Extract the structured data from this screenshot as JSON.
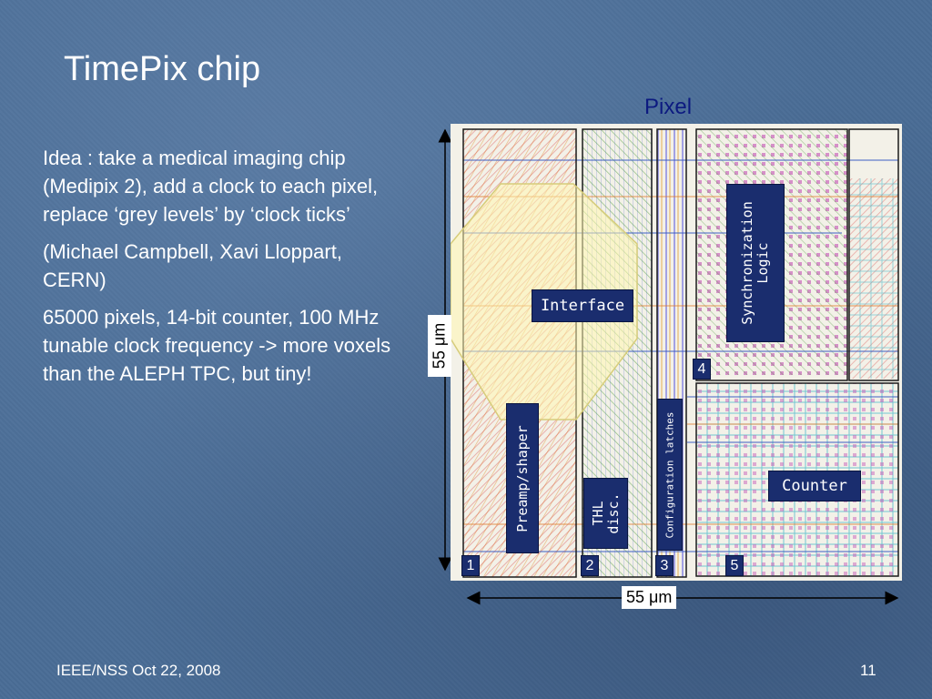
{
  "slide": {
    "title": "TimePix chip",
    "bullets": [
      "Idea : take a medical imaging chip (Medipix 2), add a clock to each pixel, replace ‘grey levels’ by ‘clock ticks’",
      "(Michael Campbell, Xavi Lloppart, CERN)",
      "65000 pixels, 14-bit counter, 100 MHz tunable clock frequency -> more voxels than the ALEPH TPC, but tiny!"
    ],
    "footer_left": "IEEE/NSS Oct 22, 2008",
    "page_number": "11"
  },
  "figure": {
    "heading": "Pixel",
    "labels": {
      "interface": "Interface",
      "preamp": "Preamp/shaper",
      "thl_line1": "THL",
      "thl_line2": "disc.",
      "config": "Configuration latches",
      "sync_line1": "Synchronization",
      "sync_line2": "Logic",
      "counter": "Counter"
    },
    "numbers": [
      "1",
      "2",
      "3",
      "4",
      "5"
    ],
    "dim_horizontal": "55 μm",
    "dim_vertical": "55 μm"
  },
  "colors": {
    "background": "#4a6d96",
    "title_text": "#ffffff",
    "pixel_heading": "#0c1a80",
    "label_box": "#1a2d6e",
    "octagon_overlay": "#fff6b0"
  }
}
